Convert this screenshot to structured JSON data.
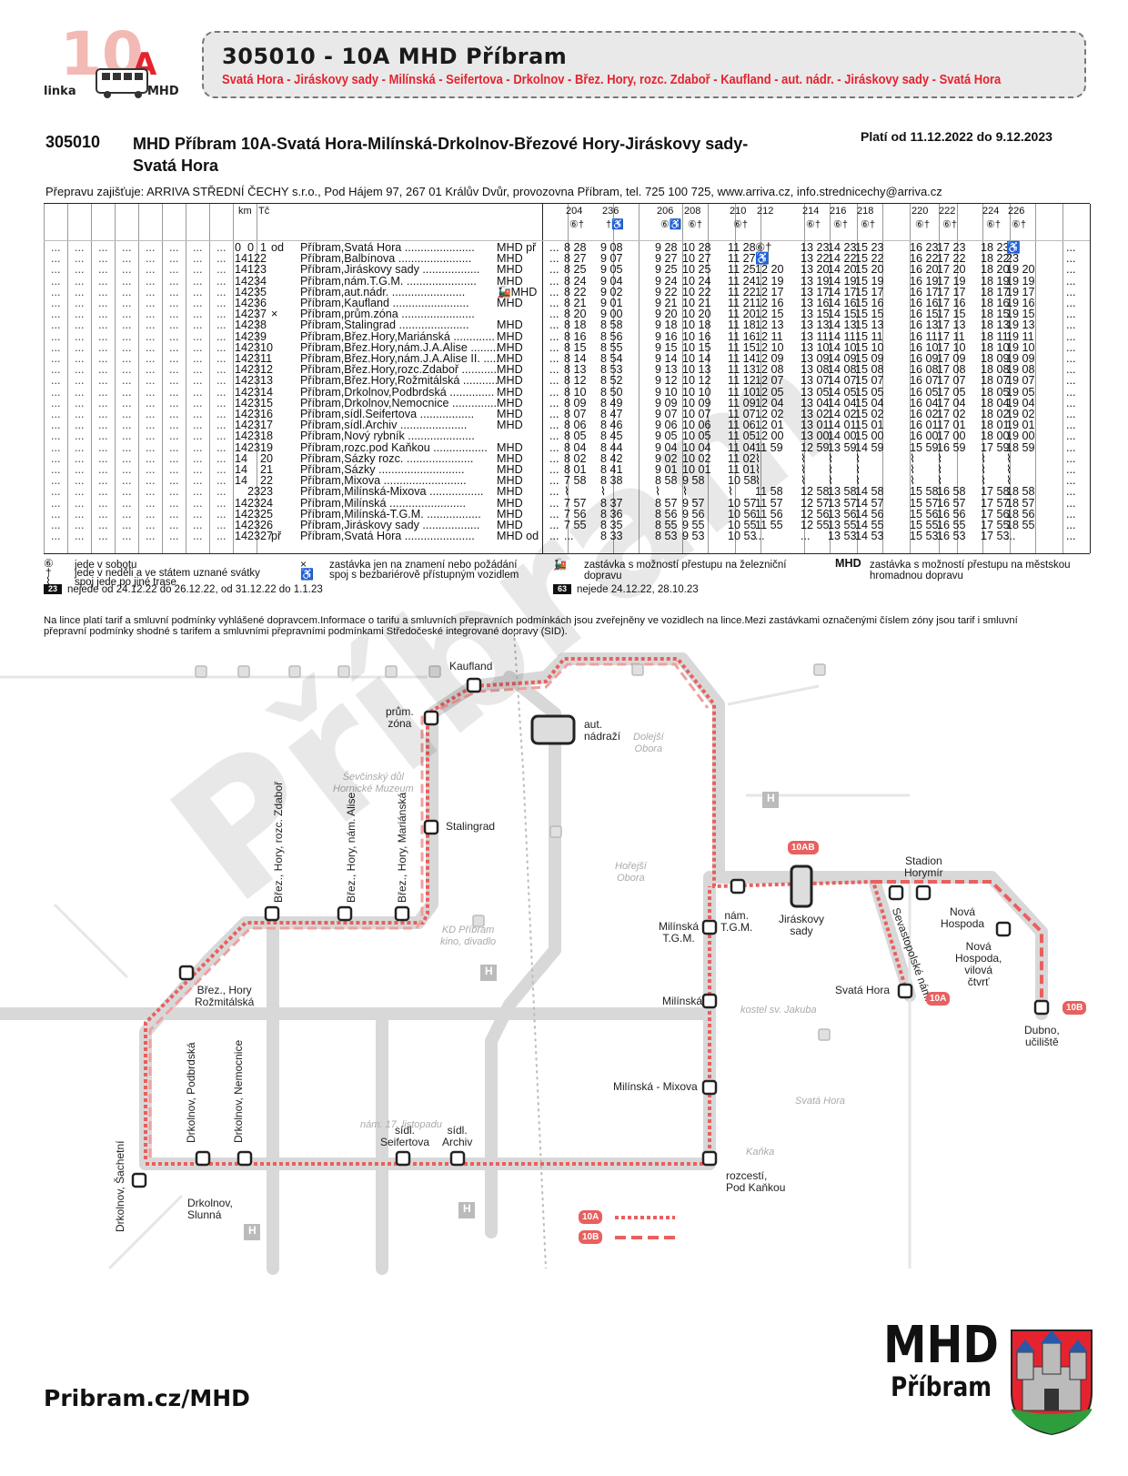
{
  "header": {
    "logo_number": "10A",
    "logo_linka": "linka",
    "logo_mhd": "MHD",
    "banner_title": "305010 - 10A  MHD Příbram",
    "banner_route": "Svatá Hora - Jiráskovy sady - Milínská - Seifertova - Drkolnov - Břez. Hory, rozc. Zdaboř - Kaufland - aut. nádr. - Jiráskovy sady - Svatá Hora"
  },
  "line": {
    "number": "305010",
    "name": "MHD Příbram 10A-Svatá Hora-Milínská-Drkolnov-Březové Hory-Jiráskovy sady-Svatá Hora",
    "valid": "Platí od 11.12.2022 do 9.12.2023",
    "carrier": "Přepravu zajišťuje:  ARRIVA STŘEDNÍ ČECHY s.r.o., Pod Hájem 97, 267 01 Králův Dvůr, provozovna Příbram, tel. 725 100 725, www.arriva.cz, info.strednicechy@arriva.cz"
  },
  "timetable": {
    "headers": {
      "km": "km",
      "tc": "Tč"
    },
    "trip_numbers": [
      "204",
      "236",
      "206",
      "208",
      "210",
      "212",
      "214",
      "216",
      "218",
      "220",
      "222",
      "224",
      "226"
    ],
    "trip_codes": [
      "⑥†",
      "†♿",
      "⑥♿",
      "⑥†",
      "⑥†",
      "",
      "⑥†",
      "⑥†",
      "⑥†",
      "⑥†",
      "⑥†",
      "⑥†",
      "⑥†"
    ],
    "badge_63": "63",
    "badge_23": "23",
    "stops": [
      {
        "km1": "0",
        "km2": "0",
        "tc": "1",
        "mark": "od",
        "name": "Příbram,Svatá Hora",
        "mhd": "MHD př",
        "t": [
          "8 28",
          "9 08",
          "9 28",
          "10 28",
          "11 28",
          "⑥†",
          "13 23",
          "14 23",
          "15 23",
          "16 23",
          "17 23",
          "18 23",
          "♿"
        ]
      },
      {
        "km1": "14",
        "km2": "12",
        "tc": "2",
        "mark": "",
        "name": "Příbram,Balbínova",
        "mhd": "MHD",
        "t": [
          "8 27",
          "9 07",
          "9 27",
          "10 27",
          "11 27",
          "♿",
          "13 22",
          "14 22",
          "15 22",
          "16 22",
          "17 22",
          "18 22",
          "23"
        ]
      },
      {
        "km1": "14",
        "km2": "12",
        "tc": "3",
        "mark": "",
        "name": "Příbram,Jiráskovy sady",
        "mhd": "MHD",
        "t": [
          "8 25",
          "9 05",
          "9 25",
          "10 25",
          "11 25",
          "12 20",
          "13 20",
          "14 20",
          "15 20",
          "16 20",
          "17 20",
          "18 20",
          "19 20"
        ]
      },
      {
        "km1": "14",
        "km2": "23",
        "tc": "4",
        "mark": "",
        "name": "Příbram,nám.T.G.M.",
        "mhd": "MHD",
        "t": [
          "8 24",
          "9 04",
          "9 24",
          "10 24",
          "11 24",
          "12 19",
          "13 19",
          "14 19",
          "15 19",
          "16 19",
          "17 19",
          "18 19",
          "19 19"
        ]
      },
      {
        "km1": "14",
        "km2": "23",
        "tc": "5",
        "mark": "",
        "name": "Příbram,aut.nádr.",
        "mhd": "🚂MHD",
        "t": [
          "8 22",
          "9 02",
          "9 22",
          "10 22",
          "11 22",
          "12 17",
          "13 17",
          "14 17",
          "15 17",
          "16 17",
          "17 17",
          "18 17",
          "19 17"
        ]
      },
      {
        "km1": "14",
        "km2": "23",
        "tc": "6",
        "mark": "",
        "name": "Příbram,Kaufland",
        "mhd": "MHD",
        "t": [
          "8 21",
          "9 01",
          "9 21",
          "10 21",
          "11 21",
          "12 16",
          "13 16",
          "14 16",
          "15 16",
          "16 16",
          "17 16",
          "18 16",
          "19 16"
        ]
      },
      {
        "km1": "14",
        "km2": "23",
        "tc": "7",
        "mark": "×",
        "name": "Příbram,prům.zóna",
        "mhd": "",
        "t": [
          "8 20",
          "9 00",
          "9 20",
          "10 20",
          "11 20",
          "12 15",
          "13 15",
          "14 15",
          "15 15",
          "16 15",
          "17 15",
          "18 15",
          "19 15"
        ]
      },
      {
        "km1": "14",
        "km2": "23",
        "tc": "8",
        "mark": "",
        "name": "Příbram,Stalingrad",
        "mhd": "MHD",
        "t": [
          "8 18",
          "8 58",
          "9 18",
          "10 18",
          "11 18",
          "12 13",
          "13 13",
          "14 13",
          "15 13",
          "16 13",
          "17 13",
          "18 13",
          "19 13"
        ]
      },
      {
        "km1": "14",
        "km2": "23",
        "tc": "9",
        "mark": "",
        "name": "Příbram,Břez.Hory,Mariánská",
        "mhd": "MHD",
        "t": [
          "8 16",
          "8 56",
          "9 16",
          "10 16",
          "11 16",
          "12 11",
          "13 11",
          "14 11",
          "15 11",
          "16 11",
          "17 11",
          "18 11",
          "19 11"
        ]
      },
      {
        "km1": "14",
        "km2": "23",
        "tc": "10",
        "mark": "",
        "name": "Příbram,Břez.Hory,nám.J.A.Alise",
        "mhd": "MHD",
        "t": [
          "8 15",
          "8 55",
          "9 15",
          "10 15",
          "11 15",
          "12 10",
          "13 10",
          "14 10",
          "15 10",
          "16 10",
          "17 10",
          "18 10",
          "19 10"
        ]
      },
      {
        "km1": "14",
        "km2": "23",
        "tc": "11",
        "mark": "",
        "name": "Příbram,Břez.Hory,nám.J.A.Alise II.",
        "mhd": "MHD",
        "t": [
          "8 14",
          "8 54",
          "9 14",
          "10 14",
          "11 14",
          "12 09",
          "13 09",
          "14 09",
          "15 09",
          "16 09",
          "17 09",
          "18 09",
          "19 09"
        ]
      },
      {
        "km1": "14",
        "km2": "23",
        "tc": "12",
        "mark": "",
        "name": "Příbram,Břez.Hory,rozc.Zdaboř",
        "mhd": "MHD",
        "t": [
          "8 13",
          "8 53",
          "9 13",
          "10 13",
          "11 13",
          "12 08",
          "13 08",
          "14 08",
          "15 08",
          "16 08",
          "17 08",
          "18 08",
          "19 08"
        ]
      },
      {
        "km1": "14",
        "km2": "23",
        "tc": "13",
        "mark": "",
        "name": "Příbram,Břez.Hory,Rožmitálská",
        "mhd": "MHD",
        "t": [
          "8 12",
          "8 52",
          "9 12",
          "10 12",
          "11 12",
          "12 07",
          "13 07",
          "14 07",
          "15 07",
          "16 07",
          "17 07",
          "18 07",
          "19 07"
        ]
      },
      {
        "km1": "14",
        "km2": "23",
        "tc": "14",
        "mark": "",
        "name": "Příbram,Drkolnov,Podbrdská",
        "mhd": "MHD",
        "t": [
          "8 10",
          "8 50",
          "9 10",
          "10 10",
          "11 10",
          "12 05",
          "13 05",
          "14 05",
          "15 05",
          "16 05",
          "17 05",
          "18 05",
          "19 05"
        ]
      },
      {
        "km1": "14",
        "km2": "23",
        "tc": "15",
        "mark": "",
        "name": "Příbram,Drkolnov,Nemocnice",
        "mhd": "MHD",
        "t": [
          "8 09",
          "8 49",
          "9 09",
          "10 09",
          "11 09",
          "12 04",
          "13 04",
          "14 04",
          "15 04",
          "16 04",
          "17 04",
          "18 04",
          "19 04"
        ]
      },
      {
        "km1": "14",
        "km2": "23",
        "tc": "16",
        "mark": "",
        "name": "Příbram,sídl.Seifertova",
        "mhd": "MHD",
        "t": [
          "8 07",
          "8 47",
          "9 07",
          "10 07",
          "11 07",
          "12 02",
          "13 02",
          "14 02",
          "15 02",
          "16 02",
          "17 02",
          "18 02",
          "19 02"
        ]
      },
      {
        "km1": "14",
        "km2": "23",
        "tc": "17",
        "mark": "",
        "name": "Příbram,sídl.Archiv",
        "mhd": "MHD",
        "t": [
          "8 06",
          "8 46",
          "9 06",
          "10 06",
          "11 06",
          "12 01",
          "13 01",
          "14 01",
          "15 01",
          "16 01",
          "17 01",
          "18 01",
          "19 01"
        ]
      },
      {
        "km1": "14",
        "km2": "23",
        "tc": "18",
        "mark": "",
        "name": "Příbram,Nový rybník",
        "mhd": "",
        "t": [
          "8 05",
          "8 45",
          "9 05",
          "10 05",
          "11 05",
          "12 00",
          "13 00",
          "14 00",
          "15 00",
          "16 00",
          "17 00",
          "18 00",
          "19 00"
        ]
      },
      {
        "km1": "14",
        "km2": "23",
        "tc": "19",
        "mark": "",
        "name": "Příbram,rozc.pod Kaňkou",
        "mhd": "MHD",
        "t": [
          "8 04",
          "8 44",
          "9 04",
          "10 04",
          "11 04",
          "11 59",
          "12 59",
          "13 59",
          "14 59",
          "15 59",
          "16 59",
          "17 59",
          "18 59"
        ]
      },
      {
        "km1": "14",
        "km2": "",
        "tc": "20",
        "mark": "",
        "name": "Příbram,Sázky rozc.",
        "mhd": "MHD",
        "t": [
          "8 02",
          "8 42",
          "9 02",
          "10 02",
          "11 02",
          "⌇",
          "⌇",
          "⌇",
          "⌇",
          "⌇",
          "⌇",
          "⌇",
          "⌇"
        ]
      },
      {
        "km1": "14",
        "km2": "",
        "tc": "21",
        "mark": "",
        "name": "Příbram,Sázky",
        "mhd": "MHD",
        "t": [
          "8 01",
          "8 41",
          "9 01",
          "10 01",
          "11 01",
          "⌇",
          "⌇",
          "⌇",
          "⌇",
          "⌇",
          "⌇",
          "⌇",
          "⌇"
        ]
      },
      {
        "km1": "14",
        "km2": "",
        "tc": "22",
        "mark": "",
        "name": "Příbram,Mixova",
        "mhd": "MHD",
        "t": [
          "7 58",
          "8 38",
          "8 58",
          "9 58",
          "10 58",
          "⌇",
          "⌇",
          "⌇",
          "⌇",
          "⌇",
          "⌇",
          "⌇",
          "⌇"
        ]
      },
      {
        "km1": "",
        "km2": "23",
        "tc": "23",
        "mark": "",
        "name": "Příbram,Milínská-Mixova",
        "mhd": "MHD",
        "t": [
          "⌇",
          "⌇",
          "⌇",
          "⌇",
          "⌇",
          "11 58",
          "12 58",
          "13 58",
          "14 58",
          "15 58",
          "16 58",
          "17 58",
          "18 58"
        ]
      },
      {
        "km1": "14",
        "km2": "23",
        "tc": "24",
        "mark": "",
        "name": "Příbram,Milínská",
        "mhd": "MHD",
        "t": [
          "7 57",
          "8 37",
          "8 57",
          "9 57",
          "10 57",
          "11 57",
          "12 57",
          "13 57",
          "14 57",
          "15 57",
          "16 57",
          "17 57",
          "18 57"
        ]
      },
      {
        "km1": "14",
        "km2": "23",
        "tc": "25",
        "mark": "",
        "name": "Příbram,Milínská-T.G.M.",
        "mhd": "MHD",
        "t": [
          "7 56",
          "8 36",
          "8 56",
          "9 56",
          "10 56",
          "11 56",
          "12 56",
          "13 56",
          "14 56",
          "15 56",
          "16 56",
          "17 56",
          "18 56"
        ]
      },
      {
        "km1": "14",
        "km2": "23",
        "tc": "26",
        "mark": "",
        "name": "Příbram,Jiráskovy sady",
        "mhd": "MHD",
        "t": [
          "7 55",
          "8 35",
          "8 55",
          "9 55",
          "10 55",
          "11 55",
          "12 55",
          "13 55",
          "14 55",
          "15 55",
          "16 55",
          "17 55",
          "18 55"
        ]
      },
      {
        "km1": "14",
        "km2": "23",
        "tc": "27",
        "mark": "př",
        "name": "Příbram,Svatá Hora",
        "mhd": "MHD od",
        "t": [
          "...",
          "8 33",
          "8 53",
          "9 53",
          "10 53",
          "...",
          "...",
          "13 53",
          "14 53",
          "15 53",
          "16 53",
          "17 53",
          "..."
        ]
      }
    ]
  },
  "legend": {
    "sat": "jede v sobotu",
    "sun": "jede v neděli a ve státem uznané svátky",
    "alt": "spoj jede po jiné trase",
    "request": "zastávka jen na znamení nebo požádání",
    "wheelchair": "spoj s bezbariérově přístupným vozidlem",
    "train": "zastávka s možností přestupu na železniční dopravu",
    "mhd_key": "MHD",
    "mhd": "zastávka s možností přestupu na městskou hromadnou dopravu",
    "n23": "nejede od 24.12.22 do 26.12.22, od 31.12.22 do 1.1.23",
    "n63": "nejede 24.12.22, 28.10.23",
    "tariff": "Na lince platí tarif a smluvní podmínky vyhlášené dopravcem.Informace o tarifu a smluvních přepravních podmínkách jsou zveřejněny ve vozidlech na lince.Mezi zastávkami označenými číslem zóny jsou tarif i smluvní přepravní podmínky shodné s tarifem a smluvními přepravními podmínkami Středočeské integrované dopravy (SID)."
  },
  "map": {
    "labels": {
      "kaufland": "Kaufland",
      "prum_zona_1": "prům.",
      "prum_zona_2": "zóna",
      "aut_nadrazi_1": "aut.",
      "aut_nadrazi_2": "nádraží",
      "dolejsi_1": "Dolejší",
      "dolejsi_2": "Obora",
      "sevcinsky_1": "Ševčinský důl",
      "sevcinsky_2": "Hornické Muzeum",
      "stalingrad": "Stalingrad",
      "zdabor": "Břez., Hory, rozc. Zdaboř",
      "alise": "Břez., Hory, nám. Alise",
      "marianska": "Břez., Hory, Mariánská",
      "horejsi_1": "Hořejší",
      "horejsi_2": "Obora",
      "kd_1": "KD Příbram",
      "kd_2": "kino, divadlo",
      "rozmitalska_1": "Břez., Hory",
      "rozmitalska_2": "Rožmitálská",
      "milinska_tgm_1": "Milínská",
      "milinska_tgm_2": "T.G.M.",
      "nam_tgm_1": "nám.",
      "nam_tgm_2": "T.G.M.",
      "jiraskovy_1": "Jiráskovy",
      "jiraskovy_2": "sady",
      "stadion_1": "Stadion",
      "stadion_2": "Horymír",
      "sevastopolske": "Sevastopolské nám.",
      "nova_hospoda_1": "Nová",
      "nova_hospoda_2": "Hospoda",
      "nh_vilova_1": "Nová",
      "nh_vilova_2": "Hospoda,",
      "nh_vilova_3": "vilová",
      "nh_vilova_4": "čtvrť",
      "svata_hora": "Svatá Hora",
      "svata_hora_gray": "Svatá Hora",
      "kostel": "kostel sv. Jakuba",
      "milinska": "Milínská",
      "nam17_1": "nám. 17. listopadu",
      "dubno_1": "Dubno,",
      "dubno_2": "učiliště",
      "milinska_mixova": "Milínská - Mixova",
      "kanka": "Kaňka",
      "sachetni": "Drkolnov, Šachetní",
      "podbrdska": "Drkolnov, Podbrdská",
      "nemocnice": "Drkolnov, Nemocnice",
      "seifertova_1": "sídl.",
      "seifertova_2": "Seifertova",
      "archiv_1": "sídl.",
      "archiv_2": "Archiv",
      "pod_kankou_1": "rozcestí,",
      "pod_kankou_2": "Pod Kaňkou",
      "slunna_1": "Drkolnov,",
      "slunna_2": "Slunná",
      "h": "H"
    },
    "tags": {
      "t10ab": "10AB",
      "t10a": "10A",
      "t10b": "10B",
      "leg10a": "10A",
      "leg10b": "10B"
    },
    "colors": {
      "route": "#e8605f",
      "road": "#cfcfcf"
    }
  },
  "watermark": "Příbram",
  "footer": {
    "url": "Pribram.cz/MHD",
    "brand_big": "MHD",
    "brand_small": "Příbram"
  }
}
